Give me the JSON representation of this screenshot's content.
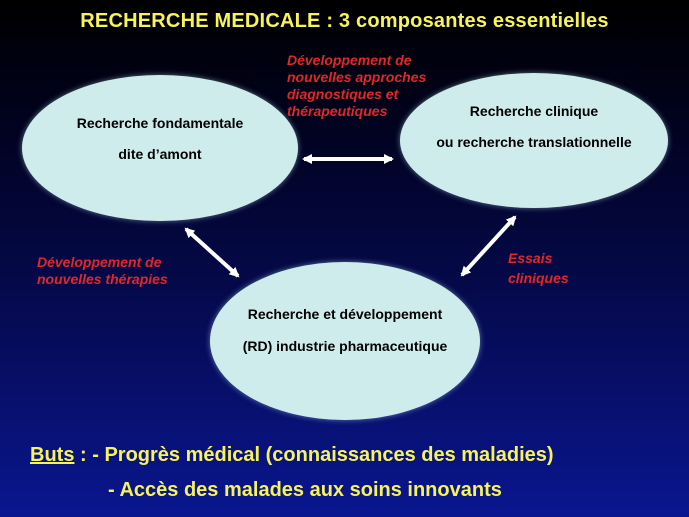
{
  "title": "RECHERCHE MEDICALE : 3 composantes essentielles",
  "nodes": {
    "fondamentale": {
      "line1": "Recherche fondamentale",
      "line2": "dite d’amont"
    },
    "clinique": {
      "line1": "Recherche clinique",
      "line2": "ou recherche translationnelle"
    },
    "industrie": {
      "line1": "Recherche et développement",
      "line2": "(RD) industrie pharmaceutique"
    }
  },
  "links": {
    "top": [
      "Développement de",
      "nouvelles approches",
      "diagnostiques et",
      "thérapeutiques"
    ],
    "left": [
      "Développement de",
      "nouvelles thérapies"
    ],
    "right": [
      "Essais",
      "cliniques"
    ]
  },
  "goals": {
    "label": "Buts",
    "separator": " : ",
    "item1": "- Progrès médical (connaissances des maladies)",
    "item2": "- Accès des malades aux soins innovants"
  },
  "colors": {
    "title": "#f7f35a",
    "ellipse": "#cfecec",
    "link_text": "#e02828",
    "arrow": "#ffffff"
  }
}
